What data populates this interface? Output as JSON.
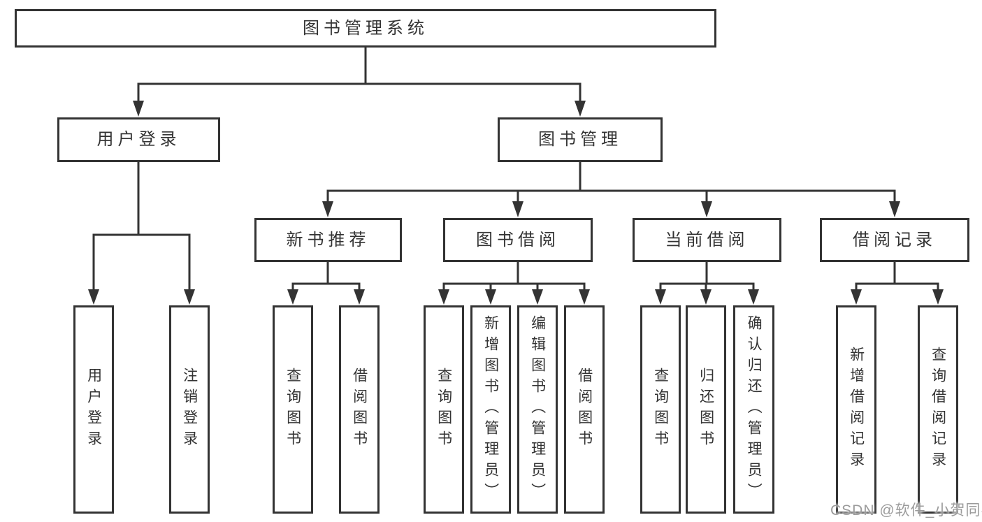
{
  "tree": {
    "label": "图书管理系统",
    "children": [
      {
        "label": "用户登录",
        "children": [
          {
            "label": "用户登录"
          },
          {
            "label": "注销登录"
          }
        ]
      },
      {
        "label": "图书管理",
        "children": [
          {
            "label": "新书推荐",
            "children": [
              {
                "label": "查询图书"
              },
              {
                "label": "借阅图书"
              }
            ]
          },
          {
            "label": "图书借阅",
            "children": [
              {
                "label": "查询图书"
              },
              {
                "label": "新增图书（管理员）"
              },
              {
                "label": "编辑图书（管理员）"
              },
              {
                "label": "借阅图书"
              }
            ]
          },
          {
            "label": "当前借阅",
            "children": [
              {
                "label": "查询图书"
              },
              {
                "label": "归还图书"
              },
              {
                "label": "确认归还（管理员）"
              }
            ]
          },
          {
            "label": "借阅记录",
            "children": [
              {
                "label": "新增借阅记录"
              },
              {
                "label": "查询借阅记录"
              }
            ]
          }
        ]
      }
    ]
  },
  "watermark": {
    "text": "CSDN @软件_小贺同学"
  },
  "colors": {
    "line": "#333333",
    "background": "#ffffff",
    "watermark": "#9b9b9b"
  }
}
